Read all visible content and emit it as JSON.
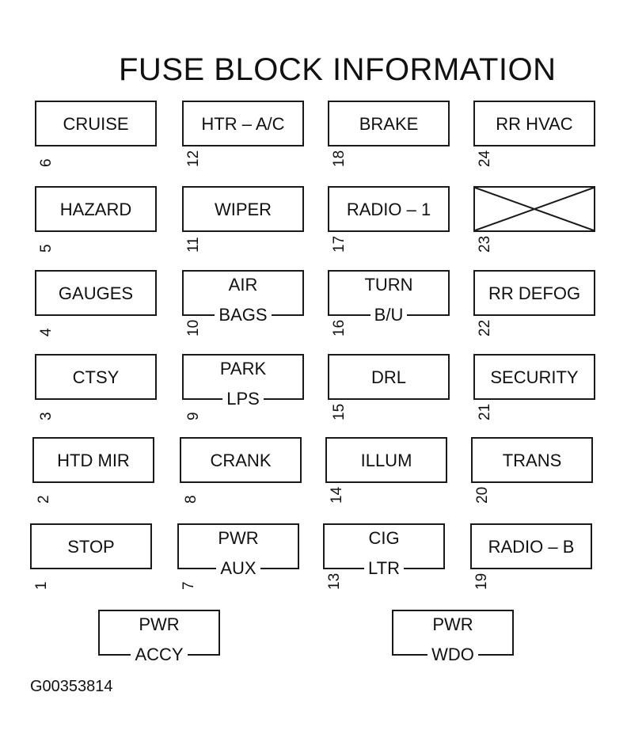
{
  "title": "FUSE BLOCK INFORMATION",
  "diagram_code": "G00353814",
  "fuses": [
    {
      "num": "6",
      "lines": [
        "CRUISE"
      ],
      "empty": false
    },
    {
      "num": "12",
      "lines": [
        "HTR – A/C"
      ],
      "empty": false
    },
    {
      "num": "18",
      "lines": [
        "BRAKE"
      ],
      "empty": false
    },
    {
      "num": "24",
      "lines": [
        "RR HVAC"
      ],
      "empty": false
    },
    {
      "num": "5",
      "lines": [
        "HAZARD"
      ],
      "empty": false
    },
    {
      "num": "11",
      "lines": [
        "WIPER"
      ],
      "empty": false
    },
    {
      "num": "17",
      "lines": [
        "RADIO – 1"
      ],
      "empty": false
    },
    {
      "num": "23",
      "lines": [],
      "empty": true
    },
    {
      "num": "4",
      "lines": [
        "GAUGES"
      ],
      "empty": false
    },
    {
      "num": "10",
      "lines": [
        "AIR",
        "BAGS"
      ],
      "empty": false
    },
    {
      "num": "16",
      "lines": [
        "TURN",
        "B/U"
      ],
      "empty": false
    },
    {
      "num": "22",
      "lines": [
        "RR DEFOG"
      ],
      "empty": false
    },
    {
      "num": "3",
      "lines": [
        "CTSY"
      ],
      "empty": false
    },
    {
      "num": "9",
      "lines": [
        "PARK",
        "LPS"
      ],
      "empty": false
    },
    {
      "num": "15",
      "lines": [
        "DRL"
      ],
      "empty": false
    },
    {
      "num": "21",
      "lines": [
        "SECURITY"
      ],
      "empty": false
    },
    {
      "num": "2",
      "lines": [
        "HTD MIR"
      ],
      "empty": false
    },
    {
      "num": "8",
      "lines": [
        "CRANK"
      ],
      "empty": false
    },
    {
      "num": "14",
      "lines": [
        "ILLUM"
      ],
      "empty": false
    },
    {
      "num": "20",
      "lines": [
        "TRANS"
      ],
      "empty": false
    },
    {
      "num": "1",
      "lines": [
        "STOP"
      ],
      "empty": false
    },
    {
      "num": "7",
      "lines": [
        "PWR",
        "AUX"
      ],
      "empty": false
    },
    {
      "num": "13",
      "lines": [
        "CIG",
        "LTR"
      ],
      "empty": false
    },
    {
      "num": "19",
      "lines": [
        "RADIO – B"
      ],
      "empty": false
    }
  ],
  "relays": [
    {
      "lines": [
        "PWR",
        "ACCY"
      ]
    },
    {
      "lines": [
        "PWR",
        "WDO"
      ]
    }
  ]
}
